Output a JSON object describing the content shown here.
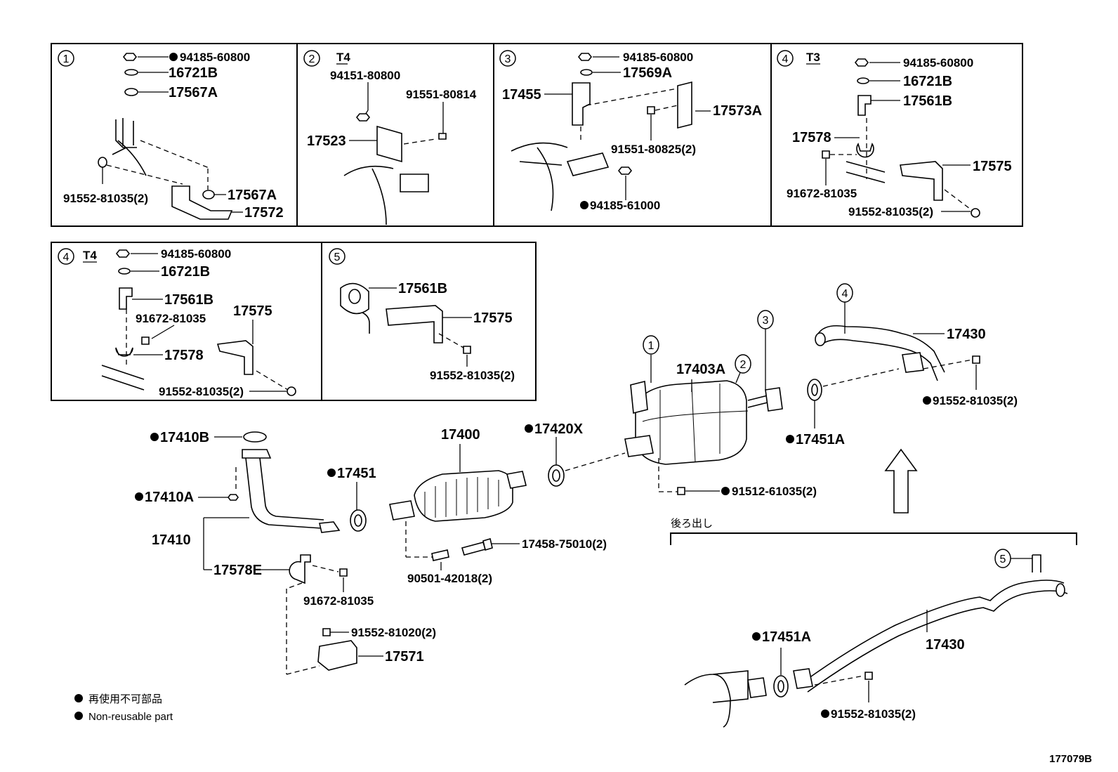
{
  "boxes": {
    "b1": {
      "num": "1",
      "p1": "94185-60800",
      "p2": "16721B",
      "p3": "17567A",
      "p4": "91552-81035(2)",
      "p5": "17567A",
      "p6": "17572"
    },
    "b2": {
      "num": "2",
      "tag": "T4",
      "p1": "94151-80800",
      "p2": "91551-80814",
      "p3": "17523"
    },
    "b3": {
      "num": "3",
      "p1": "94185-60800",
      "p2": "17569A",
      "p3": "17455",
      "p4": "17573A",
      "p5": "91551-80825(2)",
      "p6": "94185-61000"
    },
    "b4": {
      "num": "4",
      "tag": "T3",
      "p1": "94185-60800",
      "p2": "16721B",
      "p3": "17561B",
      "p4": "17578",
      "p5": "17575",
      "p6": "91672-81035",
      "p7": "91552-81035(2)"
    },
    "b5": {
      "num": "4",
      "tag": "T4",
      "p1": "94185-60800",
      "p2": "16721B",
      "p3": "17561B",
      "p4": "91672-81035",
      "p5": "17575",
      "p6": "17578",
      "p7": "91552-81035(2)"
    },
    "b6": {
      "num": "5",
      "p1": "17561B",
      "p2": "17575",
      "p3": "91552-81035(2)"
    }
  },
  "main": {
    "p17410B": "17410B",
    "p17410A": "17410A",
    "p17410": "17410",
    "p17578E": "17578E",
    "p91672": "91672-81035",
    "p91552_81020": "91552-81020(2)",
    "p17571": "17571",
    "p17451": "17451",
    "p17400": "17400",
    "p17458": "17458-75010(2)",
    "p90501": "90501-42018(2)",
    "p17420X": "17420X",
    "p17403A": "17403A",
    "p91512": "91512-61035(2)",
    "p17451A": "17451A",
    "p17430": "17430",
    "p91552_81035": "91552-81035(2)",
    "c1": "1",
    "c2": "2",
    "c3": "3",
    "c4": "4"
  },
  "rear": {
    "title": "後ろ出し",
    "c5": "5",
    "p17451A": "17451A",
    "p17430": "17430",
    "p91552": "91552-81035(2)"
  },
  "legend": {
    "line1": "再使用不可部品",
    "line2": "Non-reusable part"
  },
  "diagram_id": "177079B"
}
